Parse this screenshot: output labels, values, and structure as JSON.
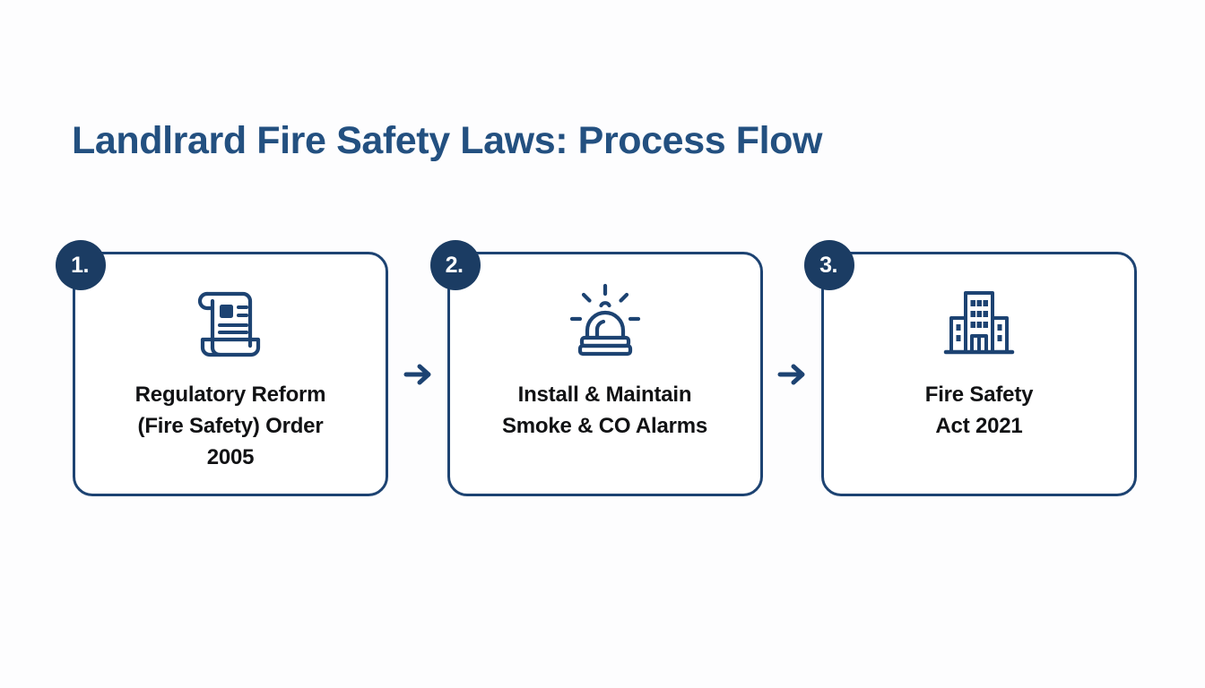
{
  "page": {
    "title": "Landlrard Fire Safety Laws: Process Flow",
    "background_color": "#fdfdfe",
    "accent_color": "#1d4372",
    "title_color": "#235080",
    "badge_color": "#1b3c63",
    "label_color": "#111214"
  },
  "flow": {
    "arrow_1": {
      "icon": "arrow-right-icon"
    },
    "arrow_2": {
      "icon": "arrow-right-icon"
    },
    "steps": [
      {
        "number": "1.",
        "icon": "scroll-document-icon",
        "label": "Regulatory Reform\n(Fire Safety) Order\n2005"
      },
      {
        "number": "2.",
        "icon": "alarm-siren-icon",
        "label": "Install & Maintain\nSmoke & CO Alarms"
      },
      {
        "number": "3.",
        "icon": "building-icon",
        "label": "Fire Safety\nAct 2021"
      }
    ]
  }
}
